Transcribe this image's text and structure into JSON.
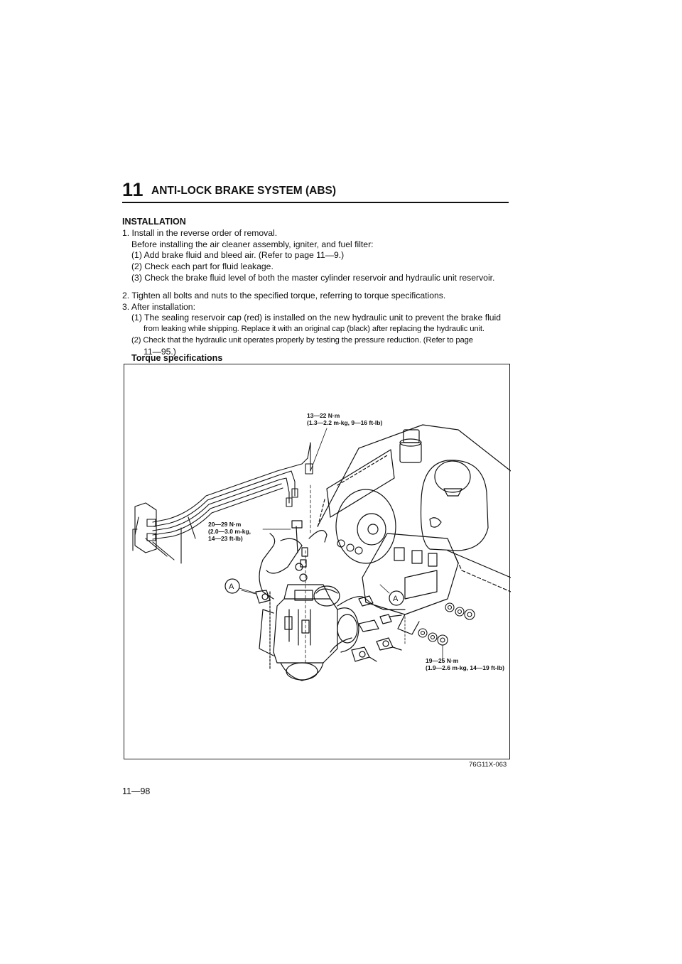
{
  "header": {
    "section_number": "11",
    "title": "ANTI-LOCK BRAKE SYSTEM (ABS)"
  },
  "installation": {
    "heading": "INSTALLATION",
    "step1": "1. Install in the reverse order of removal.",
    "step1_note": "Before installing the air cleaner assembly, igniter, and fuel filter:",
    "step1_sub1": "(1) Add brake fluid and bleed air. (Refer to page 11—9.)",
    "step1_sub2": "(2) Check each part for fluid leakage.",
    "step1_sub3": "(3) Check the brake fluid level of both the master cylinder reservoir and hydraulic unit reservoir.",
    "step2": "2. Tighten all bolts and nuts to the specified torque, referring to torque specifications.",
    "step3": "3. After installation:",
    "step3_sub1_a": "(1) The sealing reservoir cap (red) is installed on the new hydraulic unit to prevent the brake fluid",
    "step3_sub1_b": "from leaking while shipping. Replace it with an original cap (black) after replacing the hydraulic unit.",
    "step3_sub2_a": "(2) Check that the hydraulic unit operates properly by testing the pressure reduction. (Refer to page",
    "step3_sub2_b": "11—95.)"
  },
  "figure": {
    "title": "Torque specifications",
    "torque_top_1": "13—22 N·m",
    "torque_top_2": "(1.3—2.2 m-kg, 9—16 ft-lb)",
    "torque_left_1": "20—29 N·m",
    "torque_left_2": "(2.0—3.0 m-kg,",
    "torque_left_3": "14—23 ft-lb)",
    "torque_bottom_1": "19—25 N·m",
    "torque_bottom_2": "(1.9—2.6 m-kg, 14—19 ft-lb)",
    "marker_a": "A",
    "code": "76G11X-063"
  },
  "footer": {
    "page_number": "11—98"
  }
}
